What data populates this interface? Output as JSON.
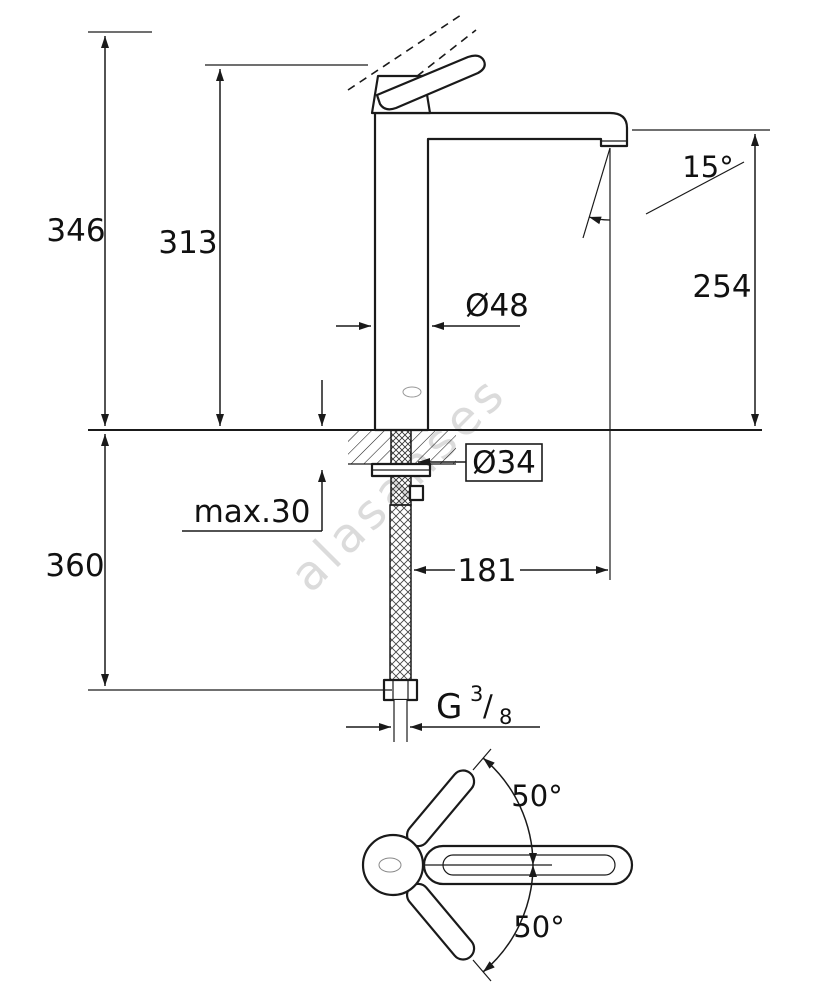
{
  "watermark": "alasanses",
  "labels": {
    "total_height": "346",
    "body_height": "313",
    "spout_height": "254",
    "spray_angle": "15°",
    "body_diameter": "Ø48",
    "hole_diameter": "Ø34",
    "max_counter": "max.30",
    "hose_drop": "360",
    "spout_reach": "181",
    "thread": {
      "g": "G",
      "numerator": "3",
      "slash": "/",
      "denominator": "8"
    },
    "swing_upper": "50°",
    "swing_lower": "50°"
  }
}
